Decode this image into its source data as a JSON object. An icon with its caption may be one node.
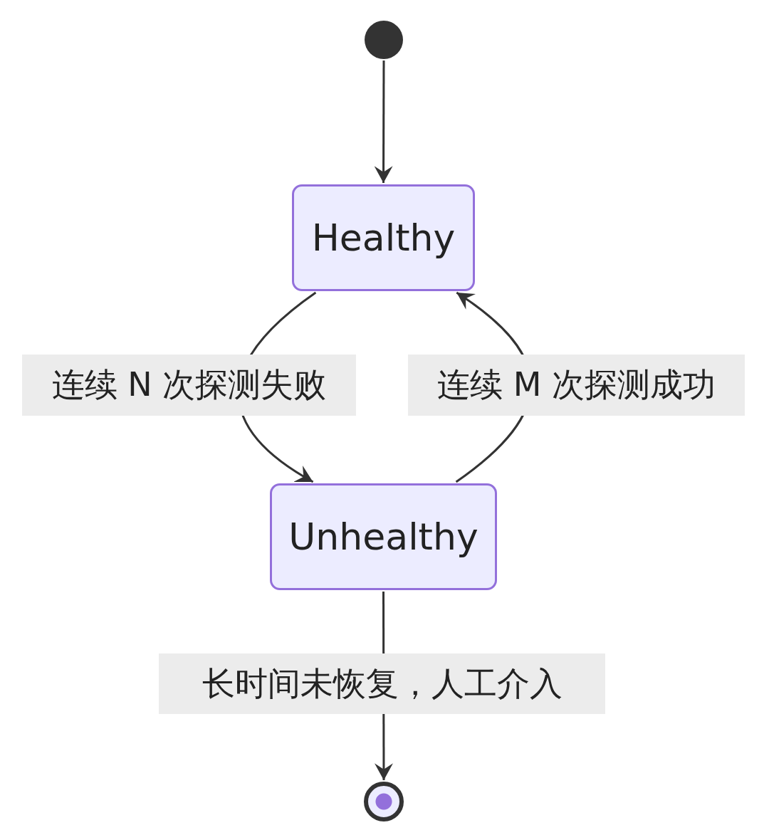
{
  "diagram": {
    "nodes": [
      {
        "text": [],
        "shape": "circle"
      },
      {
        "text": [
          "Healthy"
        ]
      },
      {
        "text": [
          "Unhealthy"
        ]
      },
      {
        "text": [],
        "shape": "circle"
      }
    ],
    "edges": [
      {
        "from": 0,
        "to": 1,
        "arrow": "to"
      },
      {
        "from": 1,
        "to": 2,
        "arrow": "to",
        "label": "连续 N 次探测失败"
      },
      {
        "from": 2,
        "to": 1,
        "arrow": "to",
        "label": "连续 M 次探测成功"
      },
      {
        "from": 2,
        "to": 3,
        "arrow": "to",
        "label": "长时间未恢复，人工介入"
      }
    ]
  }
}
